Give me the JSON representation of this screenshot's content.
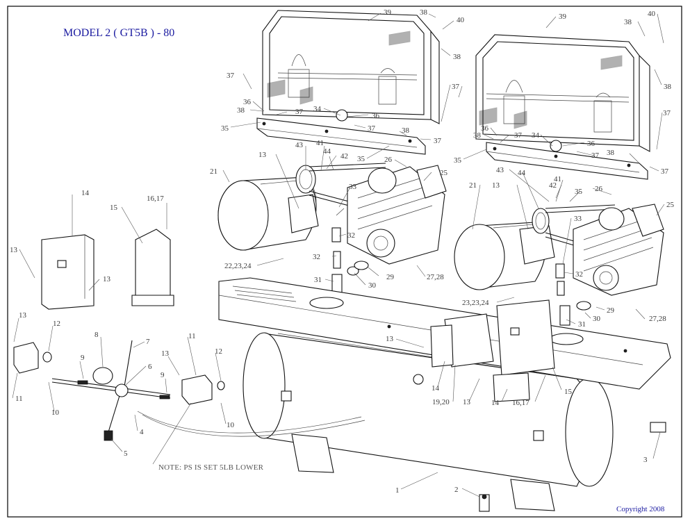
{
  "diagram": {
    "title": "MODEL 2 ( GT5B ) - 80",
    "note": "NOTE: PS IS SET 5LB LOWER",
    "copyright": "Copyright 2008",
    "colors": {
      "title": "#1a1aa0",
      "lines": "#111111",
      "labels": "#3a3a3a",
      "border": "#000000"
    },
    "labels": {
      "l_39a": "39",
      "l_38a": "38",
      "l_40a": "40",
      "l_38b": "38",
      "l_39b": "39",
      "l_38c": "38",
      "l_40b": "40",
      "l_38d": "38",
      "l_37a": "37",
      "l_36a": "36",
      "l_38e": "38",
      "l_37b": "37",
      "l_35a": "35",
      "l_34a": "34",
      "l_36b": "36",
      "l_37c": "37",
      "l_38f": "38",
      "l_37d": "37",
      "l_37e": "37",
      "l_35b": "35",
      "l_37f": "37",
      "l_36c": "36",
      "l_38g": "38",
      "l_37g": "37",
      "l_34b": "34",
      "l_36d": "36",
      "l_35c": "35",
      "l_37h": "37",
      "l_38h": "38",
      "l_37i": "37",
      "l_37j": "37",
      "l_43a": "43",
      "l_41a": "41",
      "l_44a": "44",
      "l_42a": "42",
      "l_13a": "13",
      "l_21a": "21",
      "l_26a": "26",
      "l_25a": "25",
      "l_33a": "33",
      "l_32a": "32",
      "l_32b": "32",
      "l_22": "22,23,24",
      "l_31a": "31",
      "l_30a": "30",
      "l_29a": "29",
      "l_27a": "27,28",
      "l_43b": "43",
      "l_44b": "44",
      "l_41b": "41",
      "l_42b": "42",
      "l_35d": "35",
      "l_26b": "26",
      "l_25b": "25",
      "l_21b": "21",
      "l_13b": "13",
      "l_33b": "33",
      "l_32c": "32",
      "l_23": "23,23,24",
      "l_29b": "29",
      "l_30b": "30",
      "l_27b": "27,28",
      "l_31b": "31",
      "l_14a": "14",
      "l_15a": "15",
      "l_1617a": "16,17",
      "l_13c": "13",
      "l_13d": "13",
      "l_13e": "13",
      "l_12a": "12",
      "l_11a": "11",
      "l_10a": "10",
      "l_9a": "9",
      "l_8": "8",
      "l_7": "7",
      "l_6": "6",
      "l_5": "5",
      "l_4": "4",
      "l_9b": "9",
      "l_13f": "13",
      "l_11b": "11",
      "l_12b": "12",
      "l_10b": "10",
      "l_13g": "13",
      "l_14b": "14",
      "l_1920": "19,20",
      "l_13h": "13",
      "l_14c": "14",
      "l_1617b": "16,17",
      "l_15b": "15",
      "l_1": "1",
      "l_2": "2",
      "l_3": "3"
    }
  }
}
